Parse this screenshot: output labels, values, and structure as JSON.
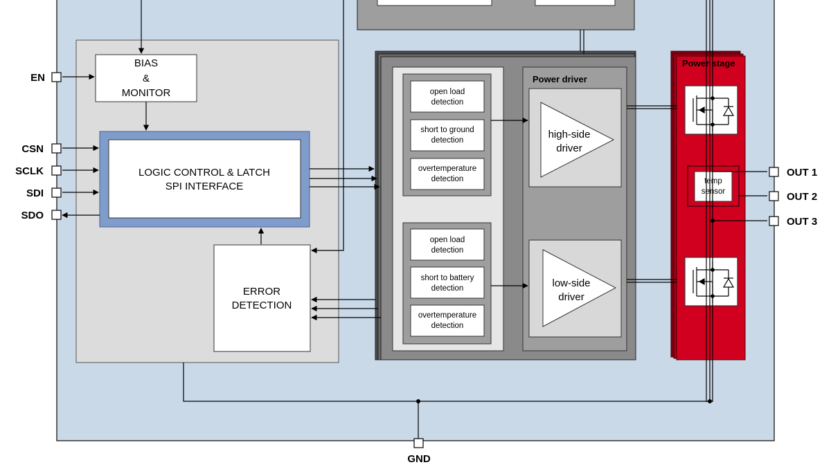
{
  "pins": {
    "en": "EN",
    "csn": "CSN",
    "sclk": "SCLK",
    "sdi": "SDI",
    "sdo": "SDO",
    "gnd": "GND",
    "out1": "OUT 1",
    "out2": "OUT 2",
    "out3": "OUT 3"
  },
  "blocks": {
    "bias_line1": "BIAS",
    "bias_line2": "&",
    "bias_line3": "MONITOR",
    "logic_line1": "LOGIC CONTROL & LATCH",
    "logic_line2": "SPI INTERFACE",
    "error_line1": "ERROR",
    "error_line2": "DETECTION",
    "det_hs": [
      [
        "open load",
        "detection"
      ],
      [
        "short to ground",
        "detection"
      ],
      [
        "overtemperature",
        "detection"
      ]
    ],
    "det_ls": [
      [
        "open load",
        "detection"
      ],
      [
        "short to battery",
        "detection"
      ],
      [
        "overtemperature",
        "detection"
      ]
    ],
    "power_driver_title": "Power driver",
    "hs_driver_line1": "high-side",
    "hs_driver_line2": "driver",
    "ls_driver_line1": "low-side",
    "ls_driver_line2": "driver",
    "power_stage_title": "Power stage",
    "temp_line1": "temp",
    "temp_line2": "sensor"
  }
}
